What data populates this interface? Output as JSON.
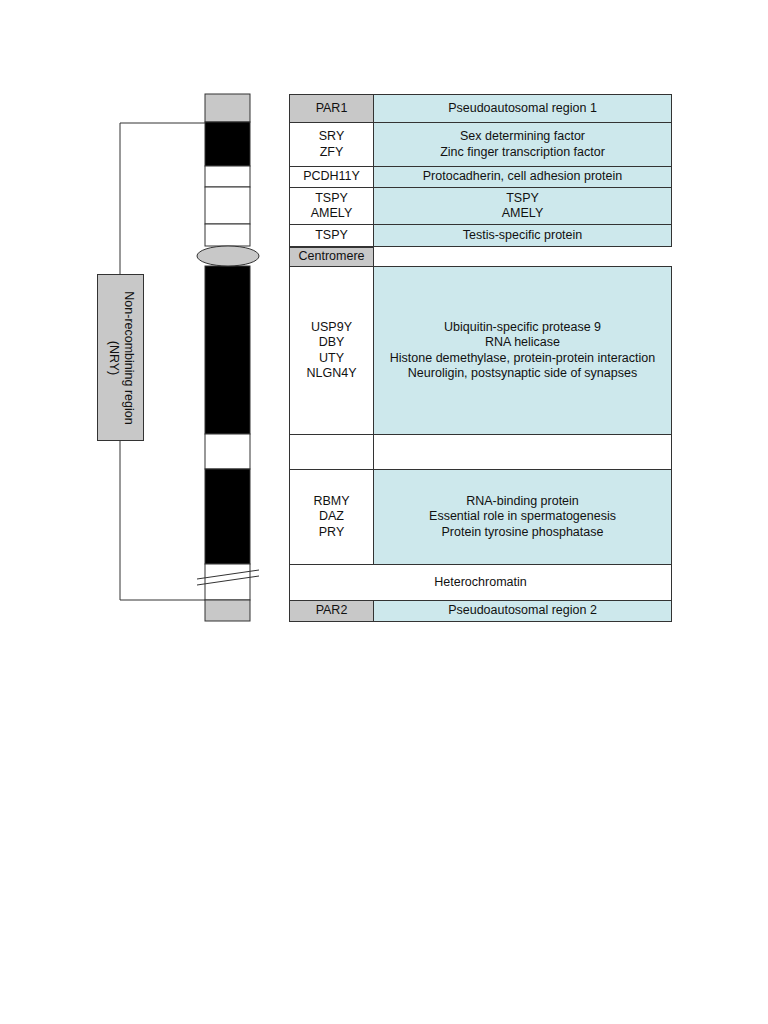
{
  "diagram": {
    "nodes": [
      {
        "text": [
          "Non-recombining region (NRY)"
        ]
      },
      {
        "text": [
          "PAR1"
        ]
      },
      {
        "text": [
          "Pseudoautosomal region 1"
        ]
      },
      {
        "text": [
          "SRY",
          "ZFY"
        ]
      },
      {
        "text": [
          "Sex determining factor",
          "Zinc finger transcription factor"
        ]
      },
      {
        "text": [
          "PCDH11Y"
        ]
      },
      {
        "text": [
          "Protocadherin, cell adhesion protein"
        ]
      },
      {
        "text": [
          "TSPY",
          "AMELY"
        ]
      },
      {
        "text": [
          "TSPY",
          "AMELY"
        ]
      },
      {
        "text": [
          "TSPY"
        ]
      },
      {
        "text": [
          "Testis-specific protein"
        ]
      },
      {
        "text": [
          "Centromere"
        ]
      },
      {
        "text": [
          "USP9Y",
          "DBY",
          "UTY",
          "NLGN4Y"
        ]
      },
      {
        "text": [
          "Ubiquitin-specific protease 9",
          "RNA helicase",
          "Histone demethylase, protein-protein interaction",
          "Neuroligin, postsynaptic side of synapses"
        ]
      },
      {
        "text": [
          "RBMY",
          "DAZ",
          "PRY"
        ]
      },
      {
        "text": [
          "RNA-binding protein",
          "Essential role in spermatogenesis",
          "Protein tyrosine phosphatase"
        ]
      },
      {
        "text": [
          "Heterochromatin"
        ]
      },
      {
        "text": [
          "PAR2"
        ]
      },
      {
        "text": [
          "Pseudoautosomal region 2"
        ]
      }
    ]
  }
}
